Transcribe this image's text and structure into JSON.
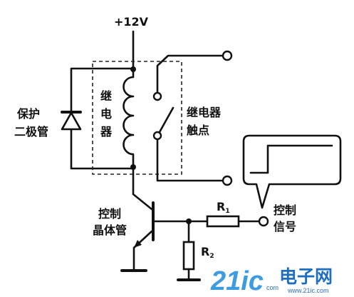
{
  "supply_label": "+12V",
  "labels": {
    "protect_diode": [
      "保护",
      "二极管"
    ],
    "relay_coil": [
      "继",
      "电",
      "器"
    ],
    "relay_contact": [
      "继电器",
      "触点"
    ],
    "transistor": [
      "控制",
      "晶体管"
    ],
    "r1": {
      "main": "R",
      "sub": "1"
    },
    "r2": {
      "main": "R",
      "sub": "2"
    },
    "control_signal": [
      "控制",
      "信号"
    ]
  },
  "watermark": {
    "brand": "21ic",
    "suffix": "电子网",
    "domain": "com",
    "url": "www.21ic.com"
  }
}
